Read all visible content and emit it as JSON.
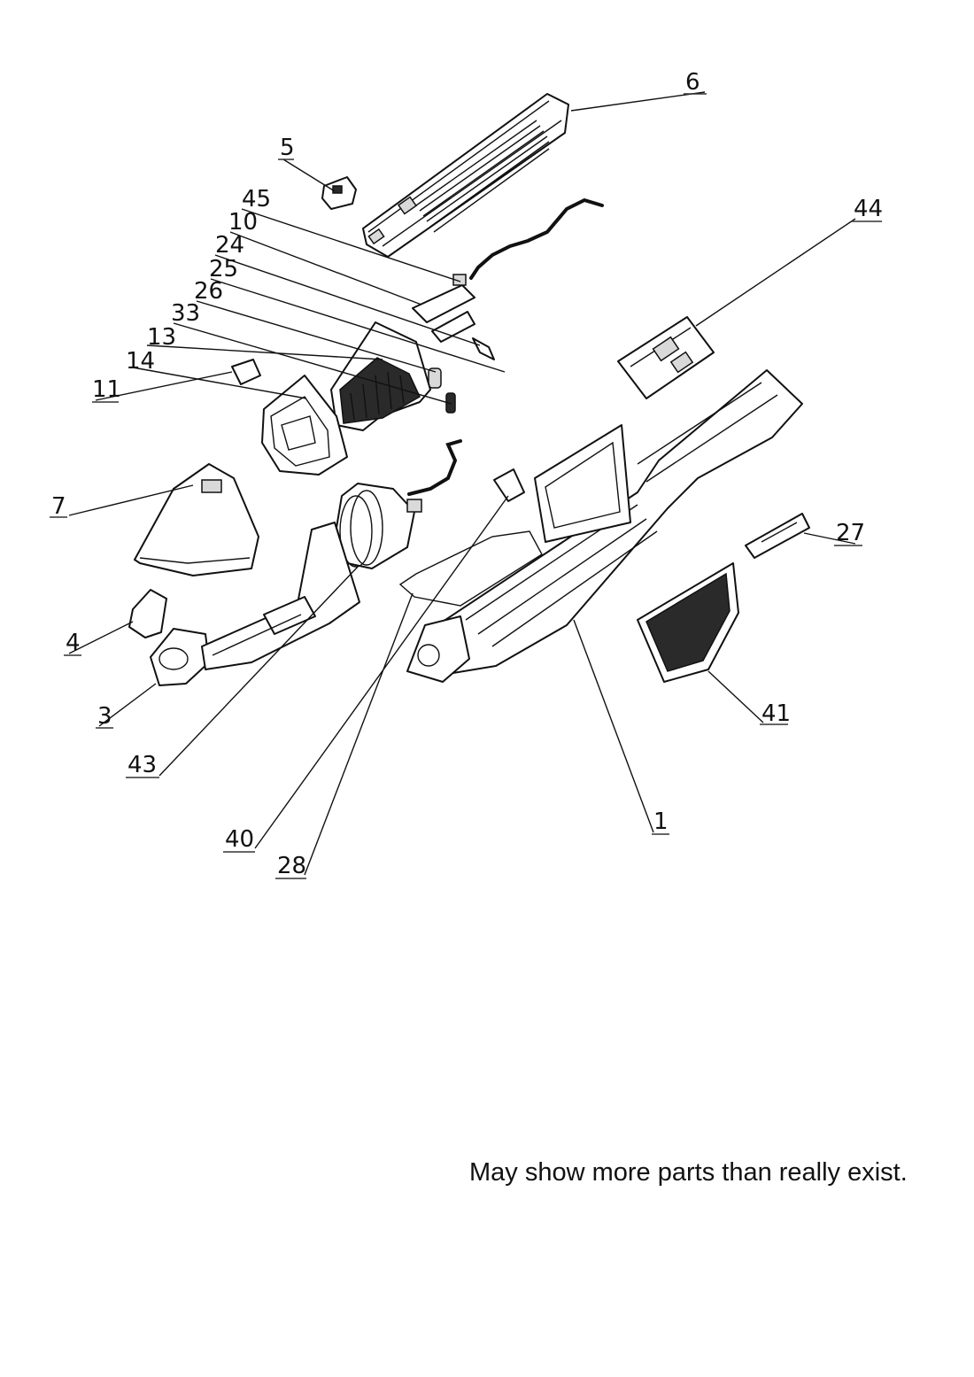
{
  "diagram": {
    "callouts": [
      {
        "id": "c6",
        "label": "6"
      },
      {
        "id": "c5",
        "label": "5"
      },
      {
        "id": "c45",
        "label": "45"
      },
      {
        "id": "c10",
        "label": "10"
      },
      {
        "id": "c24",
        "label": "24"
      },
      {
        "id": "c25",
        "label": "25"
      },
      {
        "id": "c26",
        "label": "26"
      },
      {
        "id": "c33",
        "label": "33"
      },
      {
        "id": "c13",
        "label": "13"
      },
      {
        "id": "c14",
        "label": "14"
      },
      {
        "id": "c11",
        "label": "11"
      },
      {
        "id": "c44",
        "label": "44"
      },
      {
        "id": "c7",
        "label": "7"
      },
      {
        "id": "c27",
        "label": "27"
      },
      {
        "id": "c4",
        "label": "4"
      },
      {
        "id": "c41",
        "label": "41"
      },
      {
        "id": "c3",
        "label": "3"
      },
      {
        "id": "c43",
        "label": "43"
      },
      {
        "id": "c1",
        "label": "1"
      },
      {
        "id": "c40",
        "label": "40"
      },
      {
        "id": "c28",
        "label": "28"
      }
    ],
    "note": "May show more parts than really exist."
  }
}
